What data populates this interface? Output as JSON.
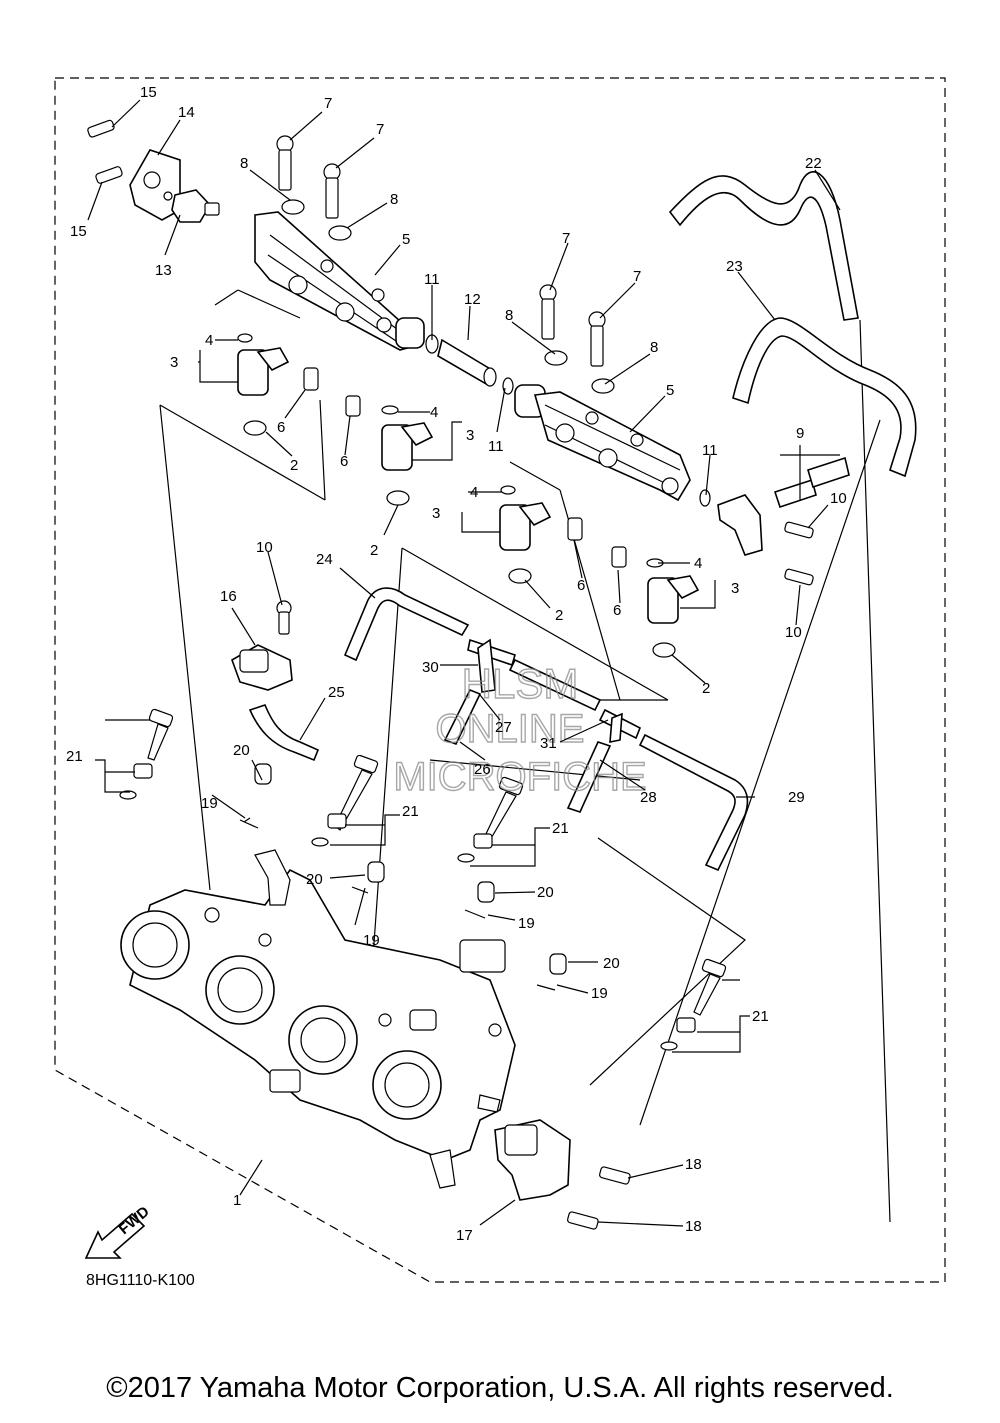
{
  "diagram_code": "8HG1110-K100",
  "copyright": "©2017 Yamaha Motor Corporation, U.S.A. All rights reserved.",
  "watermark": {
    "line1": "HLSM",
    "line2": "ONLINE",
    "line3": "MICROFICHE"
  },
  "fwd_label": "FWD",
  "callouts": [
    {
      "id": "c-15a",
      "text": "15"
    },
    {
      "id": "c-14",
      "text": "14"
    },
    {
      "id": "c-15b",
      "text": "15"
    },
    {
      "id": "c-13",
      "text": "13"
    },
    {
      "id": "c-7a",
      "text": "7"
    },
    {
      "id": "c-7b",
      "text": "7"
    },
    {
      "id": "c-8a",
      "text": "8"
    },
    {
      "id": "c-8b",
      "text": "8"
    },
    {
      "id": "c-5a",
      "text": "5"
    },
    {
      "id": "c-11a",
      "text": "11"
    },
    {
      "id": "c-12",
      "text": "12"
    },
    {
      "id": "c-4a",
      "text": "4"
    },
    {
      "id": "c-3a",
      "text": "3"
    },
    {
      "id": "c-6a",
      "text": "6"
    },
    {
      "id": "c-2a",
      "text": "2"
    },
    {
      "id": "c-6b",
      "text": "6"
    },
    {
      "id": "c-4b",
      "text": "4"
    },
    {
      "id": "c-3b",
      "text": "3"
    },
    {
      "id": "c-2b",
      "text": "2"
    },
    {
      "id": "c-22",
      "text": "22"
    },
    {
      "id": "c-23",
      "text": "23"
    },
    {
      "id": "c-7c",
      "text": "7"
    },
    {
      "id": "c-7d",
      "text": "7"
    },
    {
      "id": "c-8c",
      "text": "8"
    },
    {
      "id": "c-8d",
      "text": "8"
    },
    {
      "id": "c-5b",
      "text": "5"
    },
    {
      "id": "c-11b",
      "text": "11"
    },
    {
      "id": "c-11c",
      "text": "11"
    },
    {
      "id": "c-9",
      "text": "9"
    },
    {
      "id": "c-10a",
      "text": "10"
    },
    {
      "id": "c-4c",
      "text": "4"
    },
    {
      "id": "c-3c",
      "text": "3"
    },
    {
      "id": "c-2c",
      "text": "2"
    },
    {
      "id": "c-6c",
      "text": "6"
    },
    {
      "id": "c-6d",
      "text": "6"
    },
    {
      "id": "c-4d",
      "text": "4"
    },
    {
      "id": "c-3d",
      "text": "3"
    },
    {
      "id": "c-10b",
      "text": "10"
    },
    {
      "id": "c-2d",
      "text": "2"
    },
    {
      "id": "c-10c",
      "text": "10"
    },
    {
      "id": "c-24",
      "text": "24"
    },
    {
      "id": "c-16",
      "text": "16"
    },
    {
      "id": "c-30",
      "text": "30"
    },
    {
      "id": "c-25",
      "text": "25"
    },
    {
      "id": "c-27",
      "text": "27"
    },
    {
      "id": "c-31",
      "text": "31"
    },
    {
      "id": "c-21a",
      "text": "21"
    },
    {
      "id": "c-20a",
      "text": "20"
    },
    {
      "id": "c-26",
      "text": "26"
    },
    {
      "id": "c-28",
      "text": "28"
    },
    {
      "id": "c-29",
      "text": "29"
    },
    {
      "id": "c-19a",
      "text": "19"
    },
    {
      "id": "c-21b",
      "text": "21"
    },
    {
      "id": "c-21c",
      "text": "21"
    },
    {
      "id": "c-20b",
      "text": "20"
    },
    {
      "id": "c-20c",
      "text": "20"
    },
    {
      "id": "c-19b",
      "text": "19"
    },
    {
      "id": "c-19c",
      "text": "19"
    },
    {
      "id": "c-20d",
      "text": "20"
    },
    {
      "id": "c-19d",
      "text": "19"
    },
    {
      "id": "c-21d",
      "text": "21"
    },
    {
      "id": "c-18a",
      "text": "18"
    },
    {
      "id": "c-1",
      "text": "1"
    },
    {
      "id": "c-17",
      "text": "17"
    },
    {
      "id": "c-18b",
      "text": "18"
    }
  ]
}
